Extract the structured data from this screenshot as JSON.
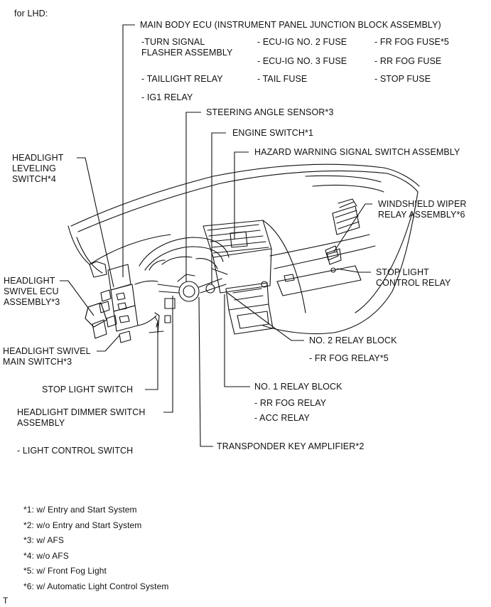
{
  "header": {
    "title": "for LHD:"
  },
  "main_body_ecu": {
    "title": "MAIN BODY ECU (INSTRUMENT PANEL JUNCTION BLOCK ASSEMBLY)",
    "items": [
      "-TURN SIGNAL\nFLASHER ASSEMBLY",
      "- ECU-IG NO. 2 FUSE",
      "- FR FOG FUSE*5",
      "- ECU-IG NO. 3 FUSE",
      "- RR FOG FUSE",
      "- TAILLIGHT RELAY",
      "- TAIL FUSE",
      "- STOP FUSE",
      "- IG1 RELAY"
    ]
  },
  "labels": {
    "steering_angle_sensor": "STEERING ANGLE SENSOR*3",
    "engine_switch": "ENGINE SWITCH*1",
    "hazard_switch": "HAZARD WARNING SIGNAL SWITCH ASSEMBLY",
    "headlight_leveling_switch": "HEADLIGHT\nLEVELING\nSWITCH*4",
    "windshield_wiper_relay": "WINDSHIELD WIPER\nRELAY ASSEMBLY*6",
    "headlight_swivel_ecu": "HEADLIGHT\nSWIVEL ECU\nASSEMBLY*3",
    "stop_light_control_relay": "STOP LIGHT\nCONTROL RELAY",
    "no2_relay_block": "NO. 2 RELAY BLOCK",
    "fr_fog_relay": "- FR FOG RELAY*5",
    "headlight_swivel_main_switch": "HEADLIGHT SWIVEL\nMAIN SWITCH*3",
    "no1_relay_block": "NO. 1 RELAY BLOCK",
    "rr_fog_relay": "- RR FOG RELAY",
    "acc_relay": "- ACC RELAY",
    "stop_light_switch": "STOP LIGHT SWITCH",
    "headlight_dimmer_switch": "HEADLIGHT DIMMER SWITCH\nASSEMBLY",
    "transponder_key_amplifier": "TRANSPONDER KEY AMPLIFIER*2",
    "light_control_switch": "- LIGHT CONTROL SWITCH"
  },
  "footnotes": [
    "*1: w/ Entry and Start System",
    "*2: w/o Entry and Start System",
    "*3: w/ AFS",
    "*4: w/o AFS",
    "*5: w/ Front Fog Light",
    "*6: w/ Automatic Light Control System"
  ],
  "corner_mark": "T",
  "colors": {
    "ink": "#111111",
    "background": "#ffffff"
  }
}
